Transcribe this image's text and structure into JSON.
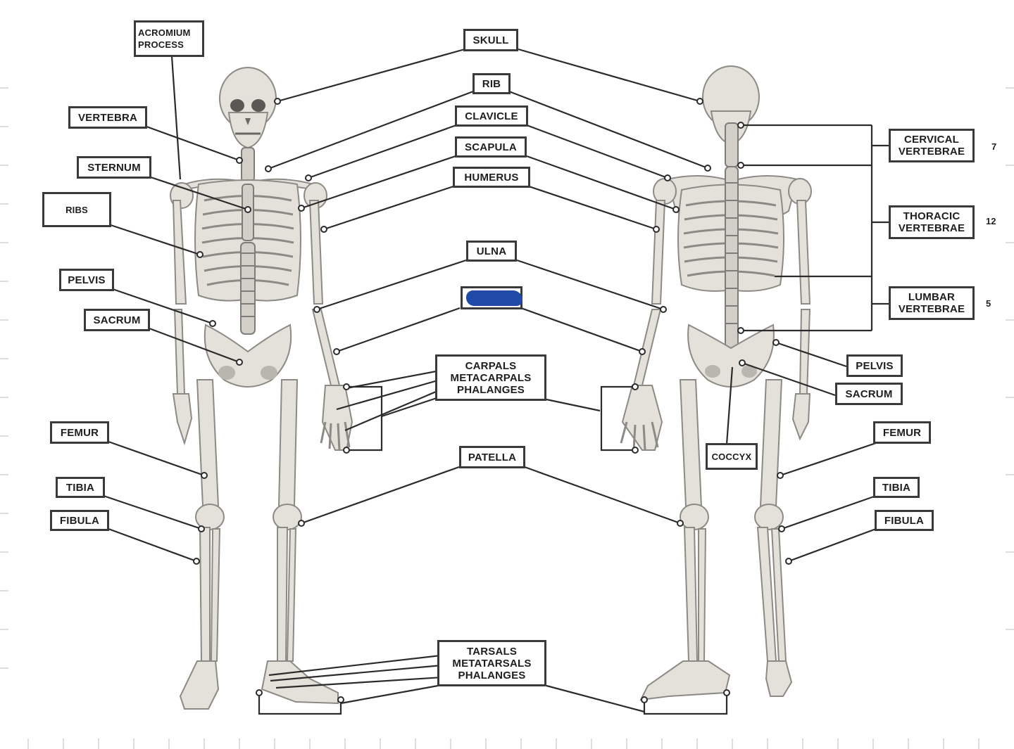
{
  "labels": {
    "acromium_process": "ACROMIUM PROCESS",
    "vertebra": "VERTEBRA",
    "sternum": "STERNUM",
    "ribs": "RIBS",
    "pelvis_left": "PELVIS",
    "sacrum_left": "SACRUM",
    "femur_left": "FEMUR",
    "tibia_left": "TIBIA",
    "fibula_left": "FIBULA",
    "skull": "SKULL",
    "rib": "RIB",
    "clavicle": "CLAVICLE",
    "scapula": "SCAPULA",
    "humerus": "HUMERUS",
    "ulna": "ULNA",
    "hand_carpals": "CARPALS",
    "hand_metacarpals": "METACARPALS",
    "hand_phalanges": "PHALANGES",
    "patella": "PATELLA",
    "foot_tarsals": "TARSALS",
    "foot_metatarsals": "METATARSALS",
    "foot_phalanges": "PHALANGES",
    "cervical_vertebrae": "CERVICAL VERTEBRAE",
    "thoracic_vertebrae": "THORACIC VERTEBRAE",
    "lumbar_vertebrae": "LUMBAR VERTEBRAE",
    "pelvis_right": "PELVIS",
    "sacrum_right": "SACRUM",
    "coccyx": "COCCYX",
    "femur_right": "FEMUR",
    "tibia_right": "TIBIA",
    "fibula_right": "FIBULA"
  },
  "counts": {
    "cervical": "7",
    "thoracic": "12",
    "lumbar": "5"
  },
  "colors": {
    "redaction": "#1f4aa8",
    "box_border": "#3a3a3a",
    "bone_fill": "#e4e1da"
  }
}
